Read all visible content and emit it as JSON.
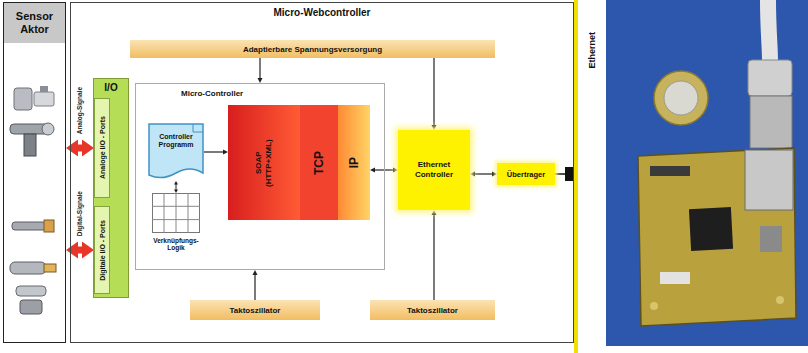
{
  "diagram": {
    "nodes": [
      {
        "text": [
          "Sensor Aktor"
        ]
      },
      {
        "text": [
          "Micro-Webcontroller"
        ]
      },
      {
        "text": [
          "Adaptierbare Spannungsversorgung"
        ],
        "in": 1
      },
      {
        "text": [
          "I/O"
        ],
        "in": 1
      },
      {
        "text": [
          "Analoge I/O - Ports"
        ],
        "in": 3
      },
      {
        "text": [
          "Digitale I/O - Ports"
        ],
        "in": 3
      },
      {
        "text": [
          "Micro-Controller"
        ],
        "in": 1
      },
      {
        "text": [
          "Controller Programm"
        ],
        "in": 6
      },
      {
        "text": [
          "Verknüpfungs-Logik"
        ],
        "in": 6
      },
      {
        "text": [
          "SOAP (HTTP+XML)"
        ],
        "in": 6
      },
      {
        "text": [
          "TCP"
        ],
        "in": 6
      },
      {
        "text": [
          "IP"
        ],
        "in": 6
      },
      {
        "text": [
          "Ethernet Controller"
        ],
        "in": 1
      },
      {
        "text": [
          "Übertrager"
        ],
        "in": 1
      },
      {
        "text": [
          "Taktoszillator"
        ],
        "in": 1
      },
      {
        "text": [
          "Taktoszillator"
        ],
        "in": 1
      },
      {
        "text": [
          "Ethernet"
        ]
      }
    ],
    "edges": [
      {
        "from": 0,
        "to": 4,
        "arrow": "both",
        "label": "Analog-Signale"
      },
      {
        "from": 0,
        "to": 5,
        "arrow": "both",
        "label": "Digital-Signale"
      },
      {
        "from": 2,
        "to": 6,
        "arrow": "to"
      },
      {
        "from": 2,
        "to": 12,
        "arrow": "to"
      },
      {
        "from": 14,
        "to": 6,
        "arrow": "to"
      },
      {
        "from": 15,
        "to": 12,
        "arrow": "to"
      },
      {
        "from": 7,
        "to": 8,
        "arrow": "both"
      },
      {
        "from": 7,
        "to": 9,
        "arrow": "to"
      },
      {
        "from": 11,
        "to": 12,
        "arrow": "both"
      },
      {
        "from": 12,
        "to": 13,
        "arrow": "both"
      },
      {
        "from": 13,
        "to": 16,
        "arrow": "none"
      }
    ]
  }
}
